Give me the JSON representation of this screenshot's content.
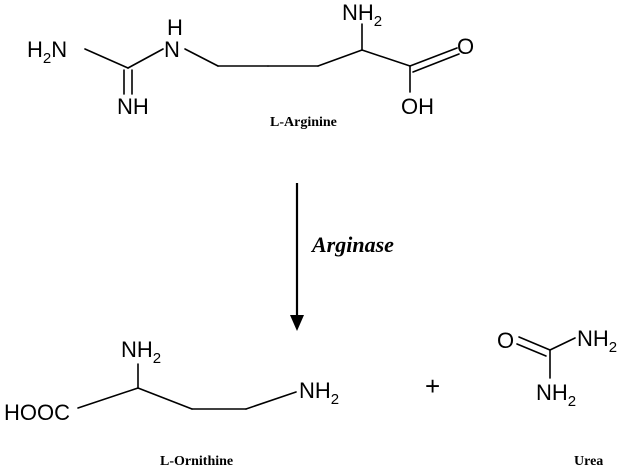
{
  "reaction": {
    "enzyme": "Arginase",
    "plus": "+",
    "reactant": {
      "name": "L-Arginine",
      "labels": {
        "amino": "NH",
        "amino_sub": "2",
        "guan_nh2": "H",
        "guan_nh2_sub": "2",
        "guan_nh2_n": "N",
        "imine": "NH",
        "linker_n": "N",
        "linker_h": "H",
        "oxo": "O",
        "hydroxyl": "OH"
      }
    },
    "product1": {
      "name": "L-Ornithine",
      "labels": {
        "amino": "NH",
        "amino_sub": "2",
        "terminal_amino": "NH",
        "terminal_amino_sub": "2",
        "carboxyl": "HOOC"
      }
    },
    "product2": {
      "name": "Urea",
      "labels": {
        "oxo": "O",
        "amino1": "NH",
        "amino1_sub": "2",
        "amino2": "NH",
        "amino2_sub": "2"
      }
    }
  }
}
